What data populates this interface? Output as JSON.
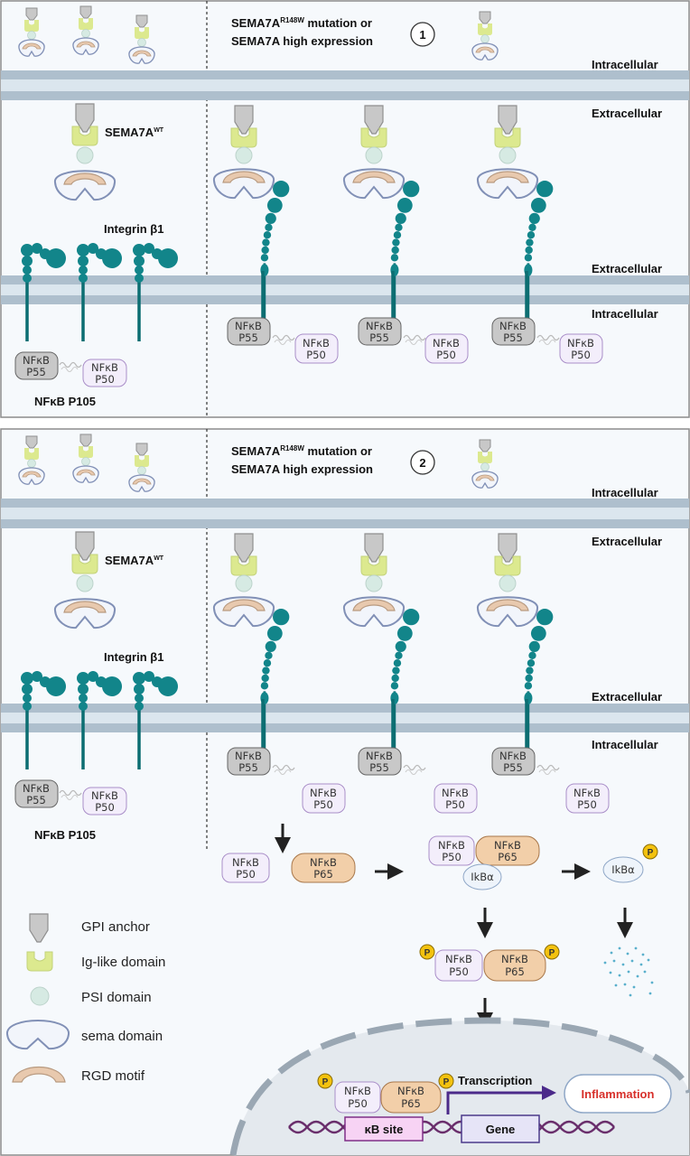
{
  "panel1": {
    "number": "1",
    "mutation_line1_pre": "SEMA7A",
    "mutation_line1_sup": "R148W",
    "mutation_line1_post": " mutation or",
    "mutation_line2": "SEMA7A high expression",
    "sema_wt_main": "SEMA7A",
    "sema_wt_sup": "WT",
    "integrin_label": "Integrin β1",
    "intracellular_top": "Intracellular",
    "extracellular_top": "Extracellular",
    "extracellular_mid": "Extracellular",
    "intracellular_mid": "Intracellular",
    "p105_label": "NFκB P105"
  },
  "panel2": {
    "number": "2",
    "mutation_line1_pre": "SEMA7A",
    "mutation_line1_sup": "R148W",
    "mutation_line1_post": " mutation or",
    "mutation_line2": "SEMA7A high expression",
    "sema_wt_main": "SEMA7A",
    "sema_wt_sup": "WT",
    "integrin_label": "Integrin β1",
    "intracellular_top": "Intracellular",
    "extracellular_top": "Extracellular",
    "extracellular_mid": "Extracellular",
    "intracellular_mid": "Intracellular",
    "p105_label": "NFκB P105"
  },
  "boxes": {
    "nfkb": "NFκB",
    "p55": "P55",
    "p50": "P50",
    "p65": "P65",
    "ikba": "IkBα",
    "phospho": "P"
  },
  "nucleus": {
    "transcription": "Transcription",
    "inflammation": "Inflammation",
    "kb_site": "κB site",
    "gene": "Gene"
  },
  "legend": {
    "gpi": "GPI anchor",
    "ig": "Ig-like domain",
    "psi": "PSI domain",
    "sema": "sema domain",
    "rgd": "RGD motif"
  },
  "colors": {
    "membrane": "#aebfcd",
    "integrin": "#12858a",
    "ig_domain": "#dce98f",
    "psi_domain": "#d6eae3",
    "rgd": "#e8c9ae",
    "p50_fill": "#f3eefb",
    "p65_fill": "#f2cfa9",
    "p55_fill": "#c8c8c8",
    "phospho": "#f3c20f",
    "inflammation_text": "#d7302b"
  }
}
